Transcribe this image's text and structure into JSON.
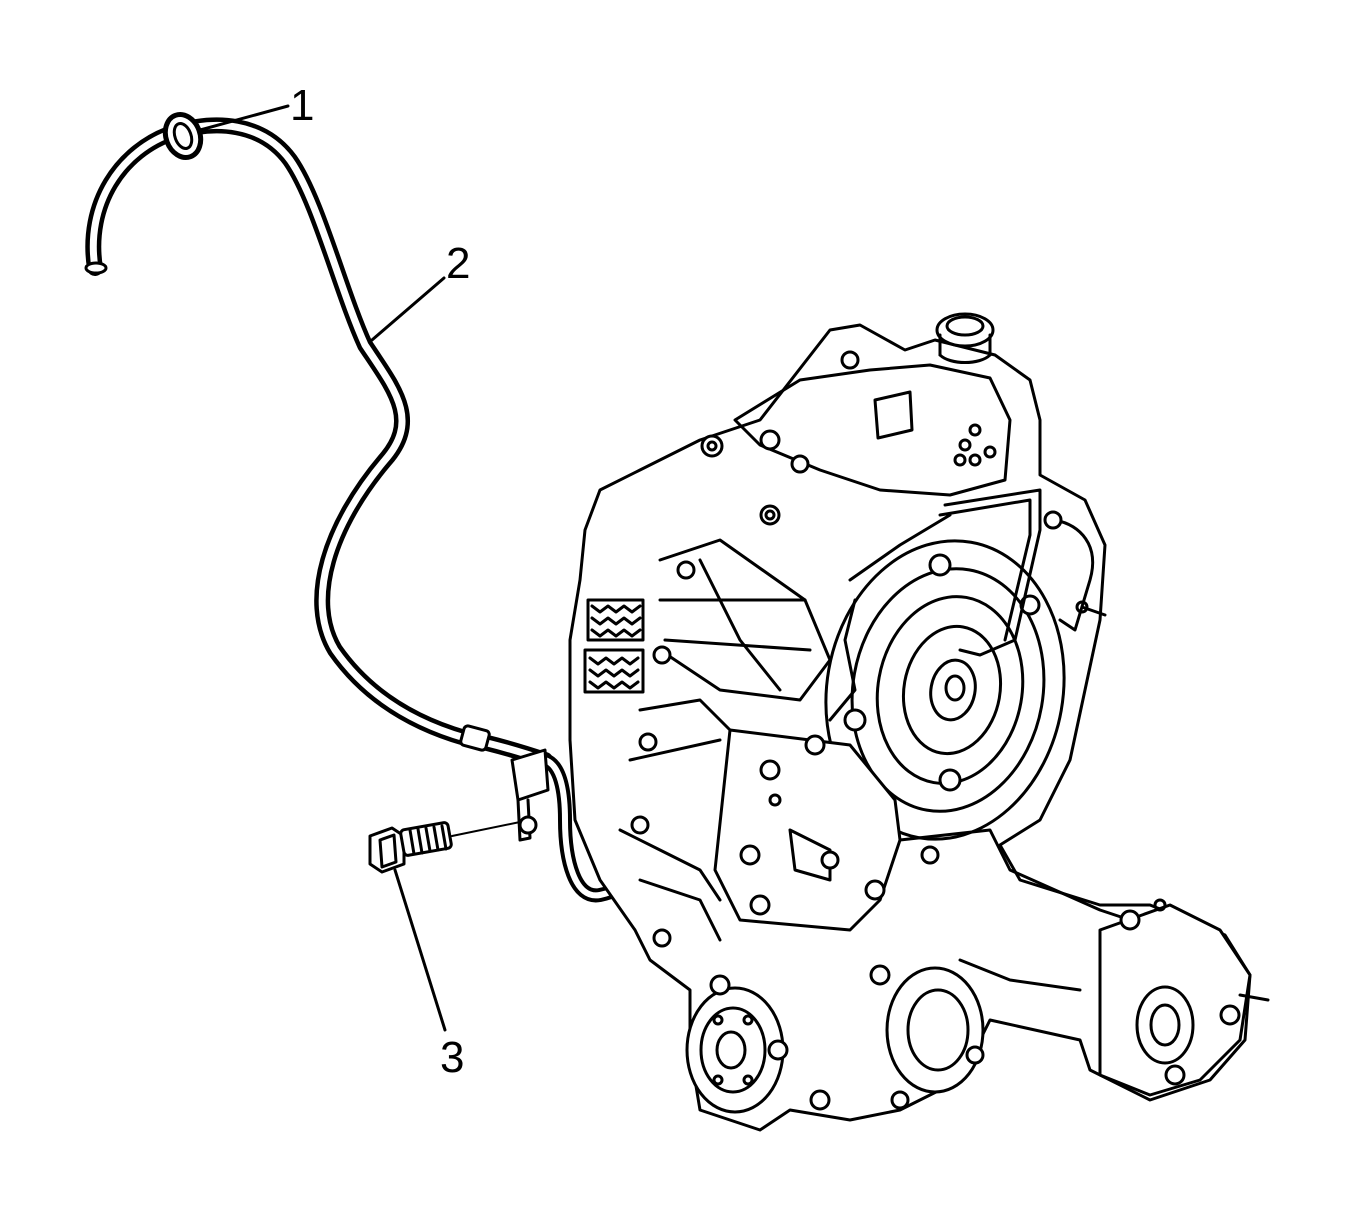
{
  "callouts": {
    "c1": "1",
    "c2": "2",
    "c3": "3"
  },
  "parts": [
    {
      "id": "1",
      "name": "clamp-ring"
    },
    {
      "id": "2",
      "name": "vent-hose"
    },
    {
      "id": "3",
      "name": "bolt"
    }
  ],
  "colors": {
    "line": "#000000",
    "background": "#ffffff"
  }
}
